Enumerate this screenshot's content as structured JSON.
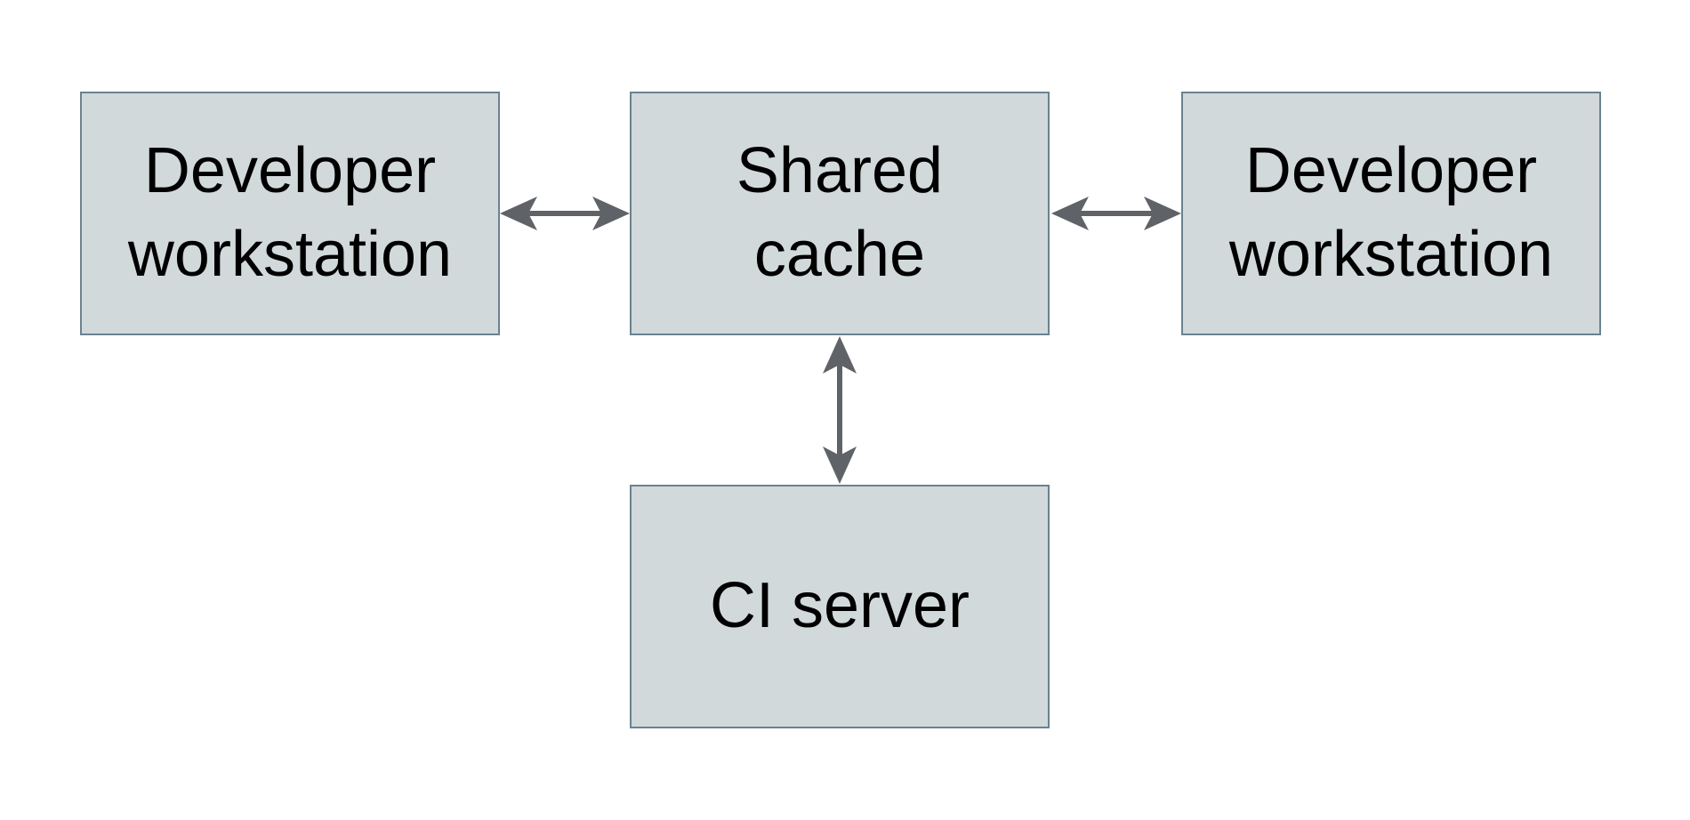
{
  "diagram": {
    "type": "architecture-diagram",
    "background": "#ffffff",
    "description_visible_elements": "Three boxes in a top row connected by double-headed arrows to a central shared cache; a fourth box below connected by a vertical double-headed arrow"
  },
  "colors": {
    "node_fill": "#d2d9db",
    "node_border": "#6b8290",
    "arrow": "#5f6368",
    "text": "#000000"
  },
  "nodes": {
    "developer_workstation_left": {
      "label": "Developer\nworkstation"
    },
    "shared_cache": {
      "label": "Shared\ncache"
    },
    "developer_workstation_right": {
      "label": "Developer\nworkstation"
    },
    "ci_server": {
      "label": "CI server"
    }
  },
  "edges": [
    {
      "from": "Developer workstation (left)",
      "to": "Shared cache",
      "style": "bidirectional-arrow",
      "orientation": "horizontal"
    },
    {
      "from": "Shared cache",
      "to": "Developer workstation (right)",
      "style": "bidirectional-arrow",
      "orientation": "horizontal"
    },
    {
      "from": "Shared cache",
      "to": "CI server",
      "style": "bidirectional-arrow",
      "orientation": "vertical"
    }
  ]
}
